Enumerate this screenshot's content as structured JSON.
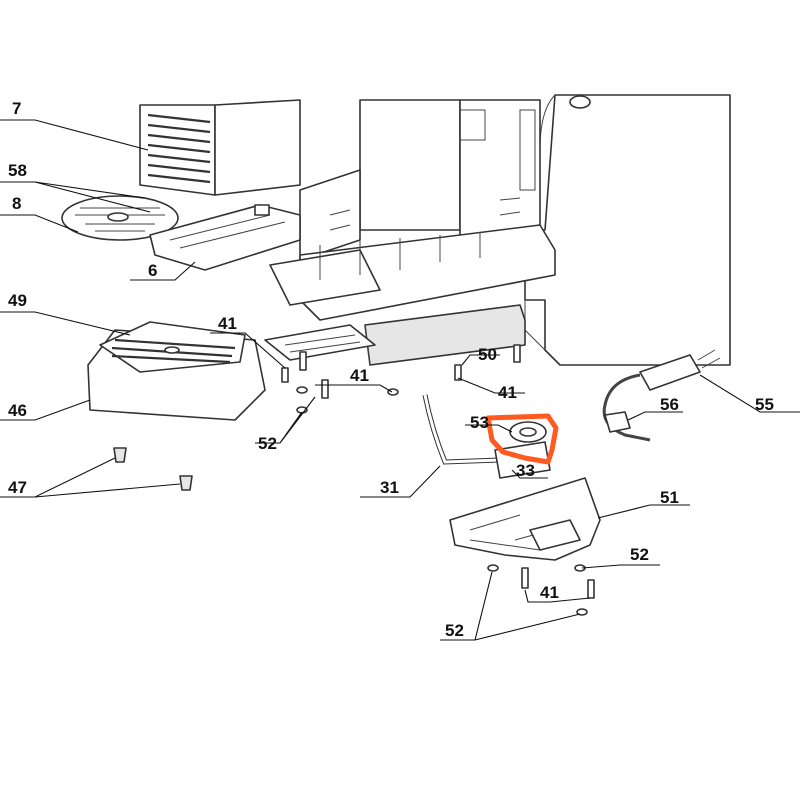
{
  "diagram": {
    "highlight_color": "#ff5a1f",
    "highlighted_part": "53",
    "callouts": {
      "c7": "7",
      "c58": "58",
      "c8": "8",
      "c6": "6",
      "c49": "49",
      "c41a": "41",
      "c46": "46",
      "c41b": "41",
      "c50": "50",
      "c41c": "41",
      "c53": "53",
      "c55": "55",
      "c56": "56",
      "c52a": "52",
      "c33": "33",
      "c47": "47",
      "c31": "31",
      "c51": "51",
      "c52b": "52",
      "c41d": "41",
      "c52c": "52"
    }
  }
}
